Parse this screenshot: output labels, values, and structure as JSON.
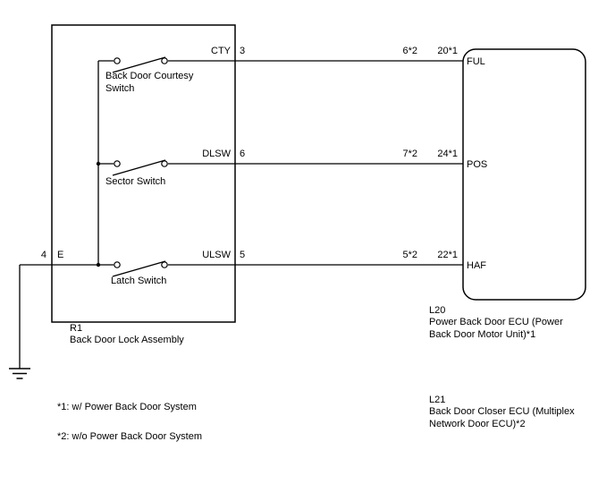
{
  "colors": {
    "line": "#000000",
    "background": "#ffffff"
  },
  "lock_assembly": {
    "ref": "R1",
    "label": "Back Door Lock Assembly",
    "ground_pin": {
      "number": "4",
      "name": "E"
    }
  },
  "rows": [
    {
      "switch_label": "Back Door Courtesy Switch",
      "terminal": "CTY",
      "pin": "3",
      "ecu_pin_without": "6*2",
      "ecu_pin_with": "20*1",
      "ecu_terminal": "FUL"
    },
    {
      "switch_label": "Sector Switch",
      "terminal": "DLSW",
      "pin": "6",
      "ecu_pin_without": "7*2",
      "ecu_pin_with": "24*1",
      "ecu_terminal": "POS"
    },
    {
      "switch_label": "Latch Switch",
      "terminal": "ULSW",
      "pin": "5",
      "ecu_pin_without": "5*2",
      "ecu_pin_with": "22*1",
      "ecu_terminal": "HAF"
    }
  ],
  "ecu_l20": {
    "ref": "L20",
    "label": "Power Back Door ECU (Power Back Door Motor Unit)*1"
  },
  "ecu_l21": {
    "ref": "L21",
    "label": "Back Door Closer ECU (Multiplex Network Door ECU)*2"
  },
  "notes": [
    "*1: w/ Power Back Door System",
    "*2: w/o Power Back Door System"
  ]
}
